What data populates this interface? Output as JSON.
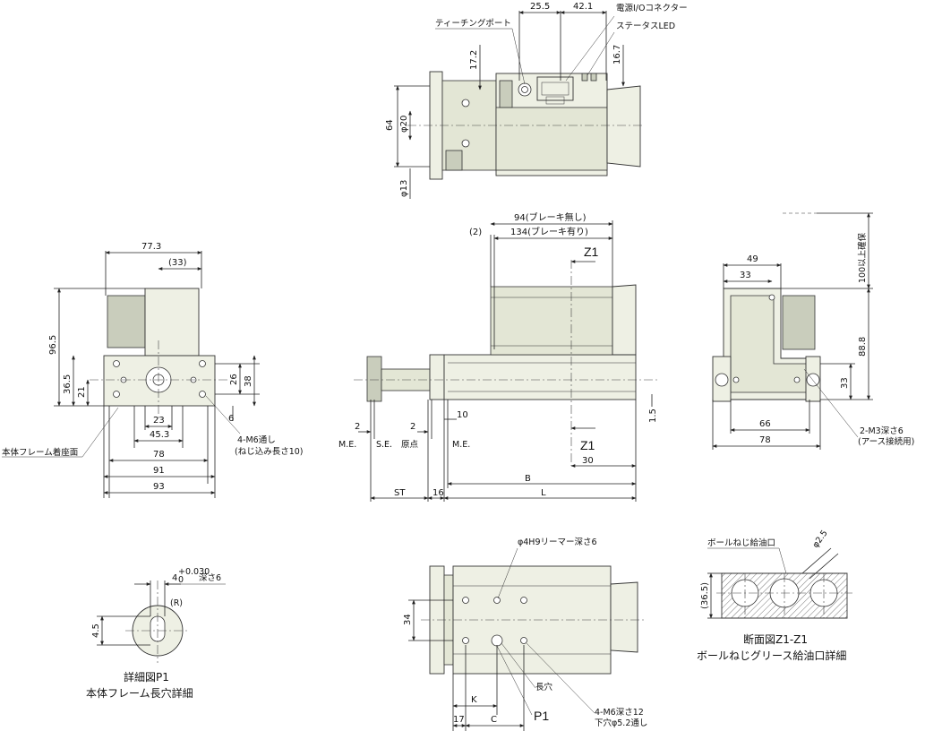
{
  "top_view": {
    "dims": [
      "25.5",
      "42.1",
      "17.2",
      "16.7",
      "64",
      "φ20",
      "φ13"
    ],
    "labels": {
      "teaching_port": "ティーチングポート",
      "power_io": "電源I/Oコネクター",
      "status_led": "ステータスLED"
    }
  },
  "left_view": {
    "dims": [
      "77.3",
      "(33)",
      "96.5",
      "36.5",
      "21",
      "26",
      "38",
      "6",
      "23",
      "45.3",
      "78",
      "91",
      "93"
    ],
    "labels": {
      "mount_face": "本体フレーム着座面",
      "thread_a": "4-M6通し",
      "thread_b": "(ねじ込み長さ10)"
    }
  },
  "front_view": {
    "dims": [
      "(2)",
      "94(ブレーキ無し)",
      "134(ブレーキ有り)",
      "2",
      "2",
      "10",
      "1.5",
      "30",
      "B",
      "L",
      "ST",
      "16"
    ],
    "labels": {
      "me1": "M.E.",
      "se": "S.E.",
      "origin": "原点",
      "me2": "M.E.",
      "z1_top": "Z1",
      "z1_bottom": "Z1"
    }
  },
  "right_view": {
    "dims": [
      "49",
      "33",
      "100以上確保",
      "88.8",
      "33",
      "66",
      "78"
    ],
    "labels": {
      "thread_a": "2-M3深さ6",
      "thread_b": "(アース接続用)"
    }
  },
  "detail_p1": {
    "dims": [
      "4",
      "+0.030",
      "0",
      "深さ6",
      "(R)",
      "4.5"
    ],
    "caption1": "詳細図P1",
    "caption2": "本体フレーム長穴詳細"
  },
  "bottom_view": {
    "dims": [
      "34",
      "K",
      "17",
      "C"
    ],
    "labels": {
      "reamer": "φ4H9リーマー深さ6",
      "long_hole": "長穴",
      "p1": "P1",
      "thread_a": "4-M6深さ12",
      "thread_b": "下穴φ5.2通し"
    }
  },
  "section_z1": {
    "dims": [
      "φ2.5",
      "(36.5)"
    ],
    "labels": {
      "oil_port": "ボールねじ給油口"
    },
    "caption1": "断面図Z1-Z1",
    "caption2": "ボールねじグリース給油口詳細"
  }
}
